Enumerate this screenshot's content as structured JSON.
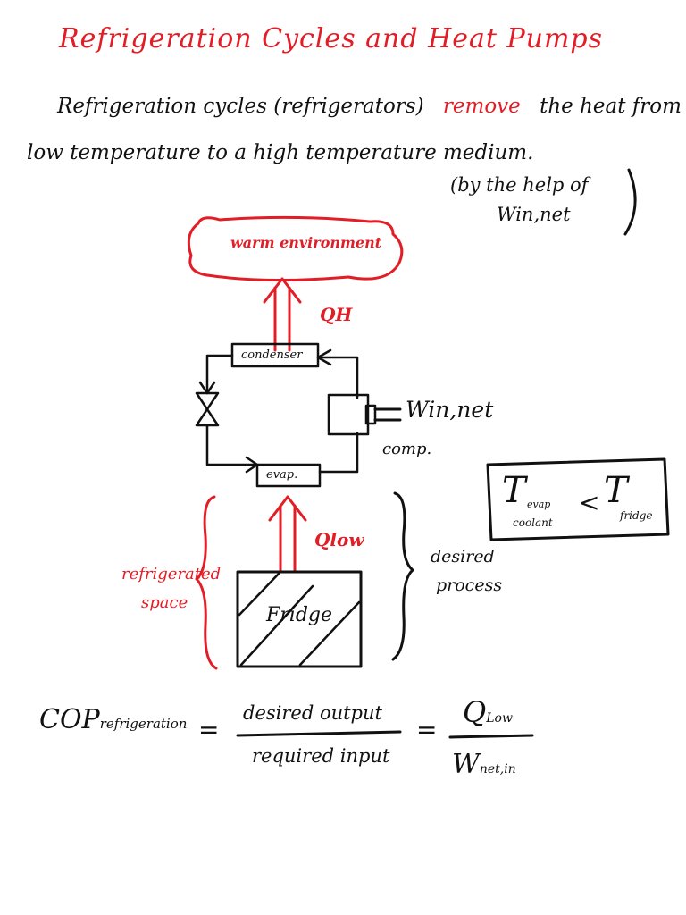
{
  "colors": {
    "ink": "#111111",
    "red": "#e31d25",
    "paper": "#ffffff"
  },
  "title": "Refrigeration Cycles and Heat Pumps",
  "intro": {
    "line1_a": "Refrigeration cycles (refrigerators)",
    "line1_b": "remove",
    "line1_c": "the heat from",
    "line2": "low temperature to a high temperature medium.",
    "note_line1": "(by the help of",
    "note_line2": "Win,net"
  },
  "diagram": {
    "warm_env": "warm environment",
    "q_high": "QH",
    "condenser": "condenser",
    "evaporator": "evap.",
    "work_label": "Win,net",
    "compressor": "comp.",
    "q_low": "Qlow",
    "space_line1": "refrigerated",
    "space_line2": "space",
    "fridge": "Fridge",
    "desired_line1": "desired",
    "desired_line2": "process"
  },
  "temp_box": {
    "t1": "T",
    "t1_sub_1": "evap",
    "t1_sub_2": "coolant",
    "lt": "<",
    "t2": "T",
    "t2_sub": "fridge"
  },
  "formula": {
    "lhs_main": "COP",
    "lhs_sub": "refrigeration",
    "eq": "=",
    "num": "desired output",
    "den": "required input",
    "eq2": "=",
    "num2_main": "Q",
    "num2_sub": "Low",
    "den2_main": "W",
    "den2_sub": "net,in"
  }
}
